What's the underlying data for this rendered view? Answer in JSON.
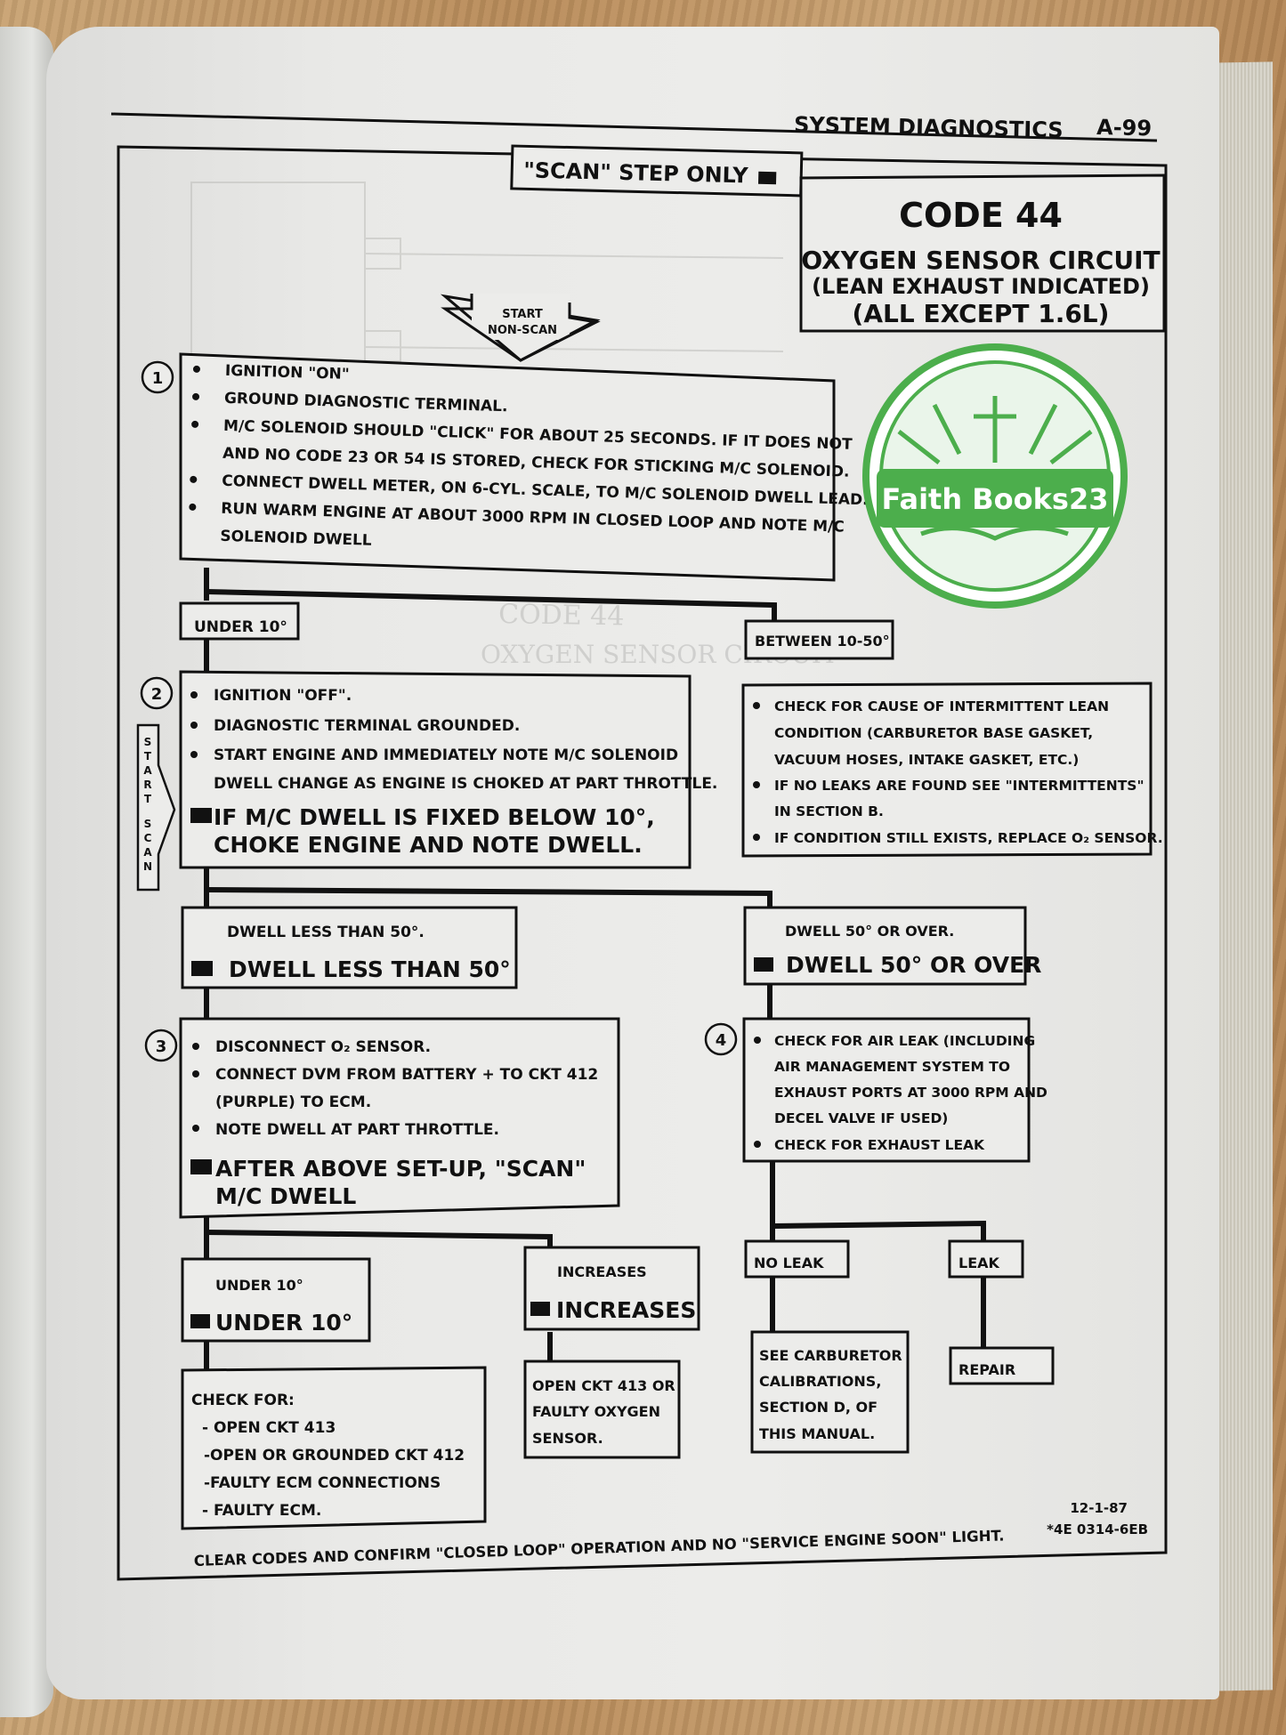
{
  "header": {
    "section": "SYSTEM DIAGNOSTICS",
    "page": "A-99"
  },
  "scan_tab": "\"SCAN\" STEP ONLY",
  "code_box": {
    "code": "CODE 44",
    "title": "OXYGEN SENSOR CIRCUIT",
    "sub1": "(LEAN EXHAUST INDICATED)",
    "sub2": "(ALL EXCEPT 1.6L)"
  },
  "start_nonscan": [
    "START",
    "NON-SCAN"
  ],
  "start_scan": "START SCAN",
  "step1": {
    "num": "1",
    "lines": [
      "IGNITION \"ON\"",
      "GROUND DIAGNOSTIC TERMINAL.",
      "M/C SOLENOID SHOULD \"CLICK\" FOR ABOUT 25 SECONDS.  IF IT DOES NOT",
      "AND NO CODE 23 OR 54 IS STORED, CHECK FOR STICKING M/C SOLENOID.",
      "CONNECT DWELL METER, ON 6-CYL. SCALE, TO M/C SOLENOID DWELL LEAD.",
      "RUN WARM ENGINE AT ABOUT 3000 RPM IN CLOSED LOOP AND NOTE M/C",
      "SOLENOID DWELL"
    ]
  },
  "under10_a": "UNDER 10°",
  "between": "BETWEEN 10-50°",
  "step2": {
    "num": "2",
    "lines": [
      "IGNITION \"OFF\".",
      "DIAGNOSTIC TERMINAL GROUNDED.",
      "START ENGINE AND IMMEDIATELY NOTE M/C SOLENOID",
      "DWELL CHANGE AS ENGINE IS CHOKED AT PART THROTTLE."
    ],
    "scan1": "IF M/C DWELL IS FIXED BELOW 10°,",
    "scan2": "CHOKE ENGINE AND NOTE DWELL."
  },
  "between_box": {
    "lines": [
      "CHECK FOR CAUSE OF INTERMITTENT LEAN",
      "CONDITION (CARBURETOR BASE GASKET,",
      "VACUUM HOSES, INTAKE GASKET, ETC.)",
      "IF NO LEAKS ARE FOUND SEE \"INTERMITTENTS\"",
      "IN SECTION B.",
      "IF CONDITION STILL EXISTS, REPLACE O₂ SENSOR."
    ]
  },
  "dwell_less": {
    "small": "DWELL LESS THAN 50°.",
    "scan": "DWELL LESS THAN 50°"
  },
  "dwell_over": {
    "small": "DWELL 50° OR OVER.",
    "scan": "DWELL 50° OR OVER"
  },
  "step3": {
    "num": "3",
    "lines": [
      "DISCONNECT O₂ SENSOR.",
      "CONNECT DVM FROM BATTERY  +  TO CKT 412",
      "(PURPLE) TO ECM.",
      "NOTE DWELL AT PART THROTTLE."
    ],
    "scan1": "AFTER ABOVE SET-UP, \"SCAN\"",
    "scan2": "M/C DWELL"
  },
  "step4": {
    "num": "4",
    "lines": [
      "CHECK FOR AIR LEAK (INCLUDING",
      "AIR MANAGEMENT SYSTEM TO",
      "EXHAUST PORTS AT 3000 RPM AND",
      "DECEL VALVE IF USED)",
      "CHECK FOR EXHAUST LEAK"
    ]
  },
  "under10_b": {
    "small": "UNDER 10°",
    "scan": "UNDER 10°"
  },
  "increases": {
    "small": "INCREASES",
    "scan": "INCREASES"
  },
  "no_leak": "NO LEAK",
  "leak": "LEAK",
  "check_for": {
    "lines": [
      "CHECK FOR:",
      "- OPEN CKT 413",
      "-OPEN OR GROUNDED CKT 412",
      "-FAULTY ECM CONNECTIONS",
      "- FAULTY ECM."
    ]
  },
  "open413": {
    "lines": [
      "OPEN CKT 413 OR",
      "FAULTY OXYGEN",
      "SENSOR."
    ]
  },
  "carb": {
    "lines": [
      "SEE CARBURETOR",
      "CALIBRATIONS,",
      "SECTION D, OF",
      "THIS MANUAL."
    ]
  },
  "repair": "REPAIR",
  "footer": "CLEAR CODES AND CONFIRM \"CLOSED LOOP\"  OPERATION AND NO \"SERVICE ENGINE SOON\" LIGHT.",
  "date": "12-1-87",
  "doc_no": "*4E 0314-6EB",
  "watermark": "Faith Books23",
  "colors": {
    "watermark_green": "#4cae4c",
    "ink": "#111111",
    "paper": "#e9e9e7"
  }
}
